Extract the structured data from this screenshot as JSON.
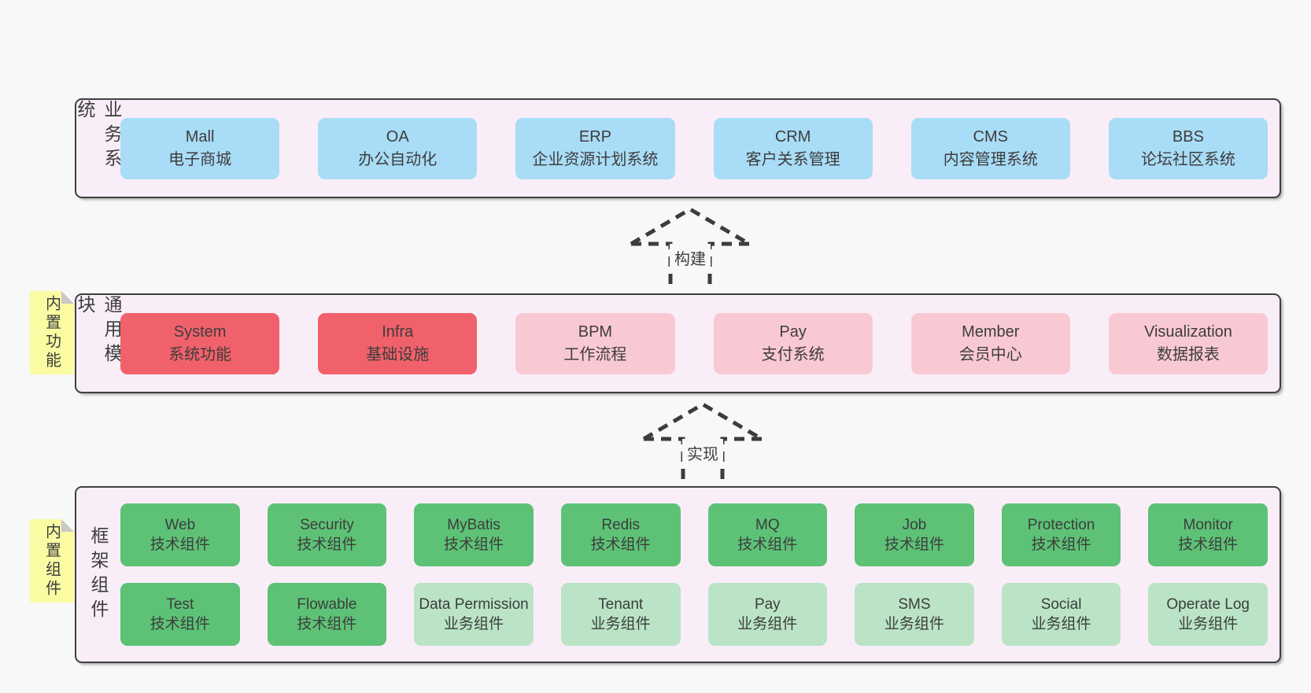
{
  "colors": {
    "canvas": "#f8f8f8",
    "band_fill": "#f9eef8",
    "band_border": "#3f3f3f",
    "blue": "#a9dcf6",
    "red": "#f1616b",
    "pink": "#f9c9d3",
    "green": "#5dc276",
    "light_green": "#bae4c5",
    "sticky": "#fbfba3",
    "sticky_fold": "#c8c8c8",
    "text": "#3d3d3d",
    "arrow": "#3c3c3c"
  },
  "arrows": [
    {
      "label": "构建"
    },
    {
      "label": "实现"
    }
  ],
  "bands": [
    {
      "label": "业务系统",
      "boxes": [
        {
          "en": "Mall",
          "zh": "电子商城",
          "variant": "blue"
        },
        {
          "en": "OA",
          "zh": "办公自动化",
          "variant": "blue"
        },
        {
          "en": "ERP",
          "zh": "企业资源计划系统",
          "variant": "blue"
        },
        {
          "en": "CRM",
          "zh": "客户关系管理",
          "variant": "blue"
        },
        {
          "en": "CMS",
          "zh": "内容管理系统",
          "variant": "blue"
        },
        {
          "en": "BBS",
          "zh": "论坛社区系统",
          "variant": "blue"
        }
      ]
    },
    {
      "label": "通用模块",
      "sticky": "内置功能",
      "boxes": [
        {
          "en": "System",
          "zh": "系统功能",
          "variant": "red"
        },
        {
          "en": "Infra",
          "zh": "基础设施",
          "variant": "red"
        },
        {
          "en": "BPM",
          "zh": "工作流程",
          "variant": "pink"
        },
        {
          "en": "Pay",
          "zh": "支付系统",
          "variant": "pink"
        },
        {
          "en": "Member",
          "zh": "会员中心",
          "variant": "pink"
        },
        {
          "en": "Visualization",
          "zh": "数据报表",
          "variant": "pink"
        }
      ]
    },
    {
      "label": "框架组件",
      "sticky": "内置组件",
      "rows": [
        [
          {
            "en": "Web",
            "zh": "技术组件",
            "variant": "green"
          },
          {
            "en": "Security",
            "zh": "技术组件",
            "variant": "green"
          },
          {
            "en": "MyBatis",
            "zh": "技术组件",
            "variant": "green"
          },
          {
            "en": "Redis",
            "zh": "技术组件",
            "variant": "green"
          },
          {
            "en": "MQ",
            "zh": "技术组件",
            "variant": "green"
          },
          {
            "en": "Job",
            "zh": "技术组件",
            "variant": "green"
          },
          {
            "en": "Protection",
            "zh": "技术组件",
            "variant": "green"
          },
          {
            "en": "Monitor",
            "zh": "技术组件",
            "variant": "green"
          }
        ],
        [
          {
            "en": "Test",
            "zh": "技术组件",
            "variant": "green"
          },
          {
            "en": "Flowable",
            "zh": "技术组件",
            "variant": "green"
          },
          {
            "en": "Data Permission",
            "zh": "业务组件",
            "variant": "light_green"
          },
          {
            "en": "Tenant",
            "zh": "业务组件",
            "variant": "light_green"
          },
          {
            "en": "Pay",
            "zh": "业务组件",
            "variant": "light_green"
          },
          {
            "en": "SMS",
            "zh": "业务组件",
            "variant": "light_green"
          },
          {
            "en": "Social",
            "zh": "业务组件",
            "variant": "light_green"
          },
          {
            "en": "Operate Log",
            "zh": "业务组件",
            "variant": "light_green"
          }
        ]
      ]
    }
  ]
}
